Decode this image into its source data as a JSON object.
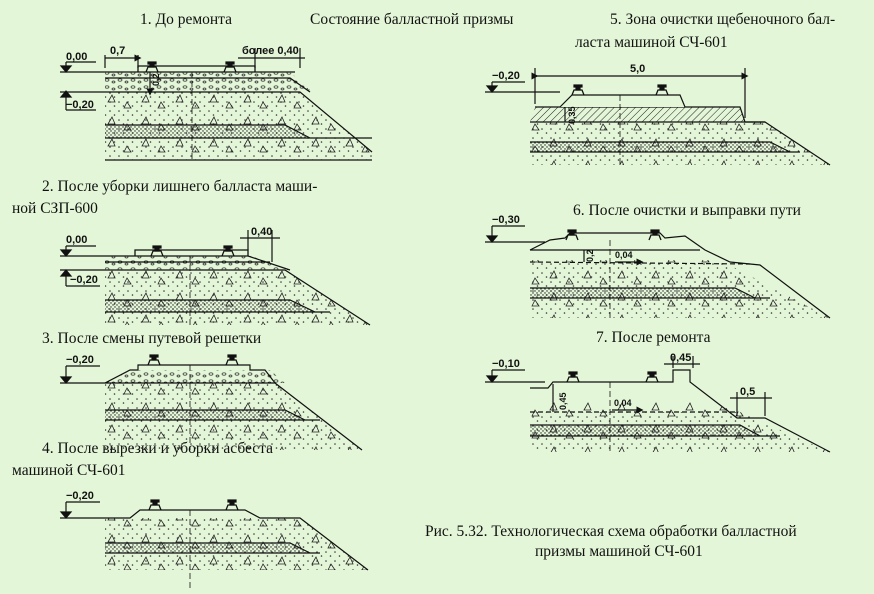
{
  "title": "Состояние балластной призмы",
  "caption": [
    "Рис. 5.32. Технологическая схема обработки балластной",
    "призмы машиной СЧ-601"
  ],
  "panels": [
    {
      "id": 1,
      "heading": [
        "1. До ремонта"
      ],
      "labels": {
        "top_level": "0,00",
        "bottom_level": "−0,20",
        "width_left": "0,7",
        "width_right": "более 0,40",
        "depth": "0,2"
      }
    },
    {
      "id": 2,
      "heading": [
        "2. После уборки лишнего балласта маши-",
        "ной СЗП-600"
      ],
      "labels": {
        "top_level": "0,00",
        "bottom_level": "−0,20",
        "width_right": "0,40"
      }
    },
    {
      "id": 3,
      "heading": [
        "3. После смены путевой решетки"
      ],
      "labels": {
        "level": "−0,20"
      }
    },
    {
      "id": 4,
      "heading": [
        "4. После вырезки и уборки асбеста",
        "машиной СЧ-601"
      ],
      "labels": {
        "level": "−0,20"
      }
    },
    {
      "id": 5,
      "heading": [
        "5. Зона очистки щебеночного бал-",
        "ласта машиной СЧ-601"
      ],
      "labels": {
        "level": "−0,20",
        "width": "5,0",
        "depth": "0,35"
      }
    },
    {
      "id": 6,
      "heading": [
        "6. После очистки и выправки пути"
      ],
      "labels": {
        "level": "−0,30",
        "depth": "0,2",
        "slope": "0,04"
      }
    },
    {
      "id": 7,
      "heading": [
        "7. После ремонта"
      ],
      "labels": {
        "level": "−0,10",
        "shoulder": "0,45",
        "berm": "0,5",
        "depth": "0,45",
        "slope": "0,04"
      }
    }
  ],
  "colors": {
    "background": "#e4f6d8",
    "line": "#111111"
  }
}
